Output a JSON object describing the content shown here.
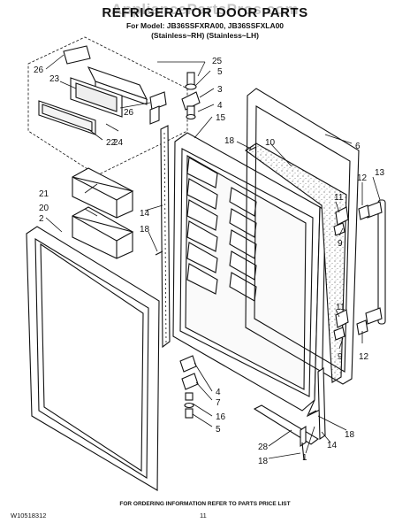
{
  "header": {
    "watermark": "AppliancePartsPros.com",
    "title": "REFRIGERATOR DOOR PARTS",
    "model_line": "For Model: JB36SSFXRA00, JB36SSFXLA00",
    "variant_line": "(Stainless~RH)   (Stainless~LH)"
  },
  "callouts": {
    "c1": "1",
    "c2": "2",
    "c4a": "4",
    "c4b": "4",
    "c5a": "5",
    "c5b": "5",
    "c3": "3",
    "c6": "6",
    "c7": "7",
    "c9a": "9",
    "c9b": "9",
    "c10": "10",
    "c11a": "11",
    "c11b": "11",
    "c12a": "12",
    "c12b": "12",
    "c13": "13",
    "c14a": "14",
    "c14b": "14",
    "c15": "15",
    "c16": "16",
    "c18a": "18",
    "c18b": "18",
    "c18c": "18",
    "c18d": "18",
    "c20": "20",
    "c21": "21",
    "c22": "22",
    "c23": "23",
    "c24": "24",
    "c25": "25",
    "c26a": "26",
    "c26b": "26",
    "c28": "28"
  },
  "footer": {
    "note": "FOR ORDERING INFORMATION REFER TO PARTS PRICE LIST",
    "doc_number": "W10518312",
    "page_number": "11"
  }
}
